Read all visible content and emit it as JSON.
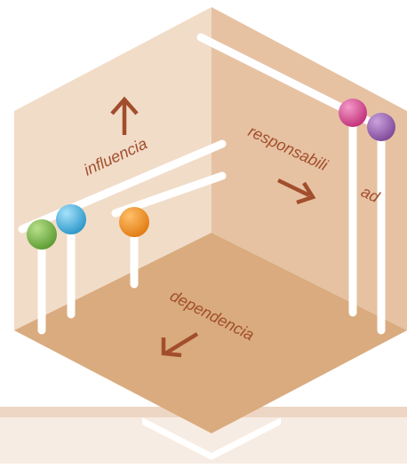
{
  "labels": {
    "influencia": "influencia",
    "responsabilidad_part1": "responsabili",
    "responsabilidad_part2": "ad",
    "dependencia": "dependencia"
  },
  "colors": {
    "left_wall": "#f1dcc8",
    "right_wall": "#e6c2a2",
    "floor": "#d9ab7f",
    "label_text": "#a24e2c",
    "arrow": "#a24e2c",
    "bar": "#ffffff",
    "ball_green": "#6aaa3a",
    "ball_blue": "#3aa8d8",
    "ball_orange": "#ef8a1e",
    "ball_magenta": "#d23e8a",
    "ball_purple": "#8e56a8",
    "bottom_band": "#eed6c4",
    "bottom_strip": "#f7ece3"
  },
  "icons": [
    "arrow-up-icon",
    "arrow-down-right-icon",
    "arrow-down-left-icon"
  ]
}
